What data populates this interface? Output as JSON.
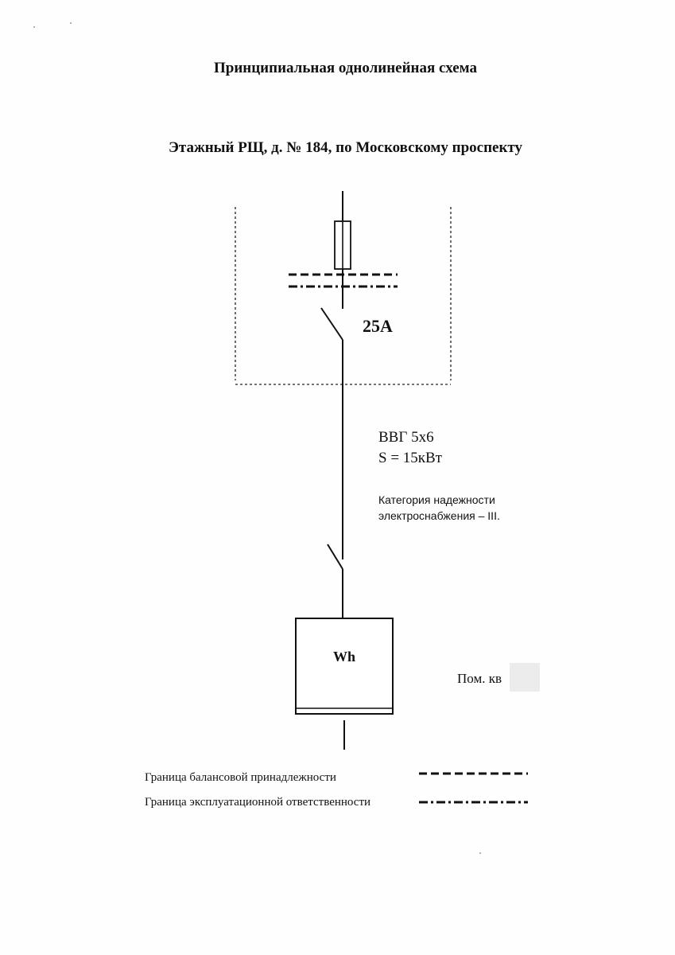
{
  "title": "Принципиальная однолинейная схема",
  "subtitle": "Этажный РЩ,  д. № 184, по Московскому проспекту",
  "breaker": {
    "rating": "25А"
  },
  "cable": {
    "type": "ВВГ 5х6",
    "power": "S = 15кВт"
  },
  "reliability": {
    "line1": "Категория надежности",
    "line2": "электроснабжения – III."
  },
  "meter": {
    "symbol": "Wh"
  },
  "room": {
    "label": "Пом. кв"
  },
  "legend": {
    "balance_boundary": "Граница балансовой принадлежности",
    "operation_boundary": "Граница эксплуатационной ответственности"
  }
}
